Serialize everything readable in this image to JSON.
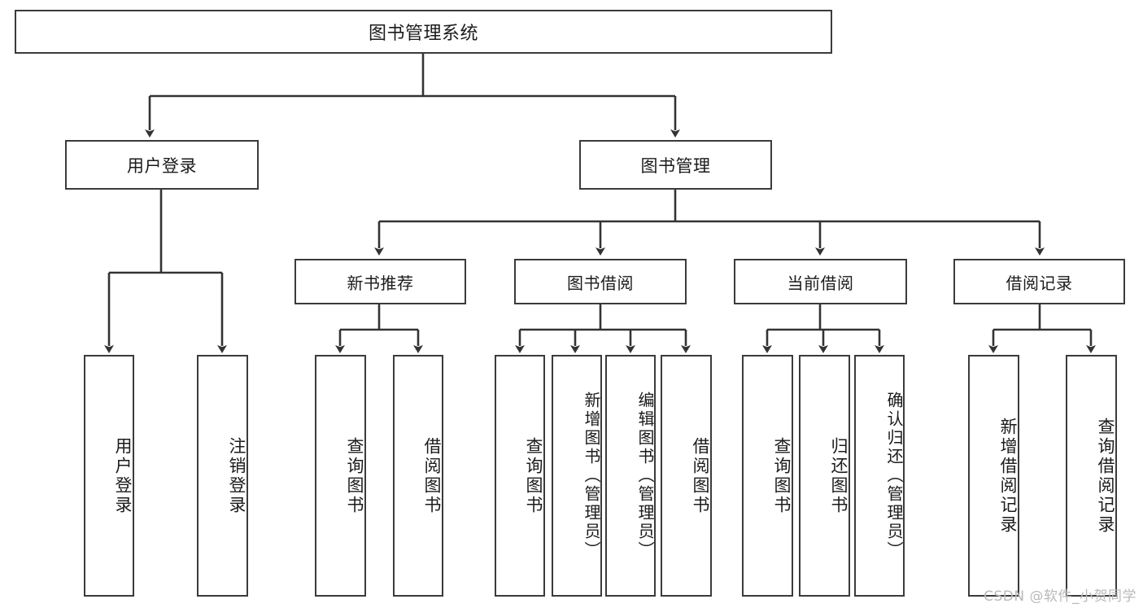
{
  "diagram": {
    "title": "图书管理系统",
    "type": "tree",
    "watermark": "CSDN @软件_小贺同学",
    "colors": {
      "box_border": "#3b3b3b",
      "box_fill": "#ffffff",
      "line": "#333333",
      "text": "#1b1b1b",
      "watermark": "#b9b9b9"
    },
    "root": {
      "label": "图书管理系统"
    },
    "level1": [
      {
        "label": "用户登录"
      },
      {
        "label": "图书管理"
      }
    ],
    "level2": [
      {
        "label": "新书推荐"
      },
      {
        "label": "图书借阅"
      },
      {
        "label": "当前借阅"
      },
      {
        "label": "借阅记录"
      }
    ],
    "leaves": [
      {
        "label": "用户登录",
        "parent": "用户登录"
      },
      {
        "label": "注销登录",
        "parent": "用户登录"
      },
      {
        "label": "查询图书",
        "parent": "新书推荐"
      },
      {
        "label": "借阅图书",
        "parent": "新书推荐"
      },
      {
        "label": "查询图书",
        "parent": "图书借阅"
      },
      {
        "label": "新增图书（管理员）",
        "parent": "图书借阅"
      },
      {
        "label": "编辑图书（管理员）",
        "parent": "图书借阅"
      },
      {
        "label": "借阅图书",
        "parent": "图书借阅"
      },
      {
        "label": "查询图书",
        "parent": "当前借阅"
      },
      {
        "label": "归还图书",
        "parent": "当前借阅"
      },
      {
        "label": "确认归还（管理员）",
        "parent": "当前借阅"
      },
      {
        "label": "新增借阅记录",
        "parent": "借阅记录"
      },
      {
        "label": "查询借阅记录",
        "parent": "借阅记录"
      }
    ]
  }
}
